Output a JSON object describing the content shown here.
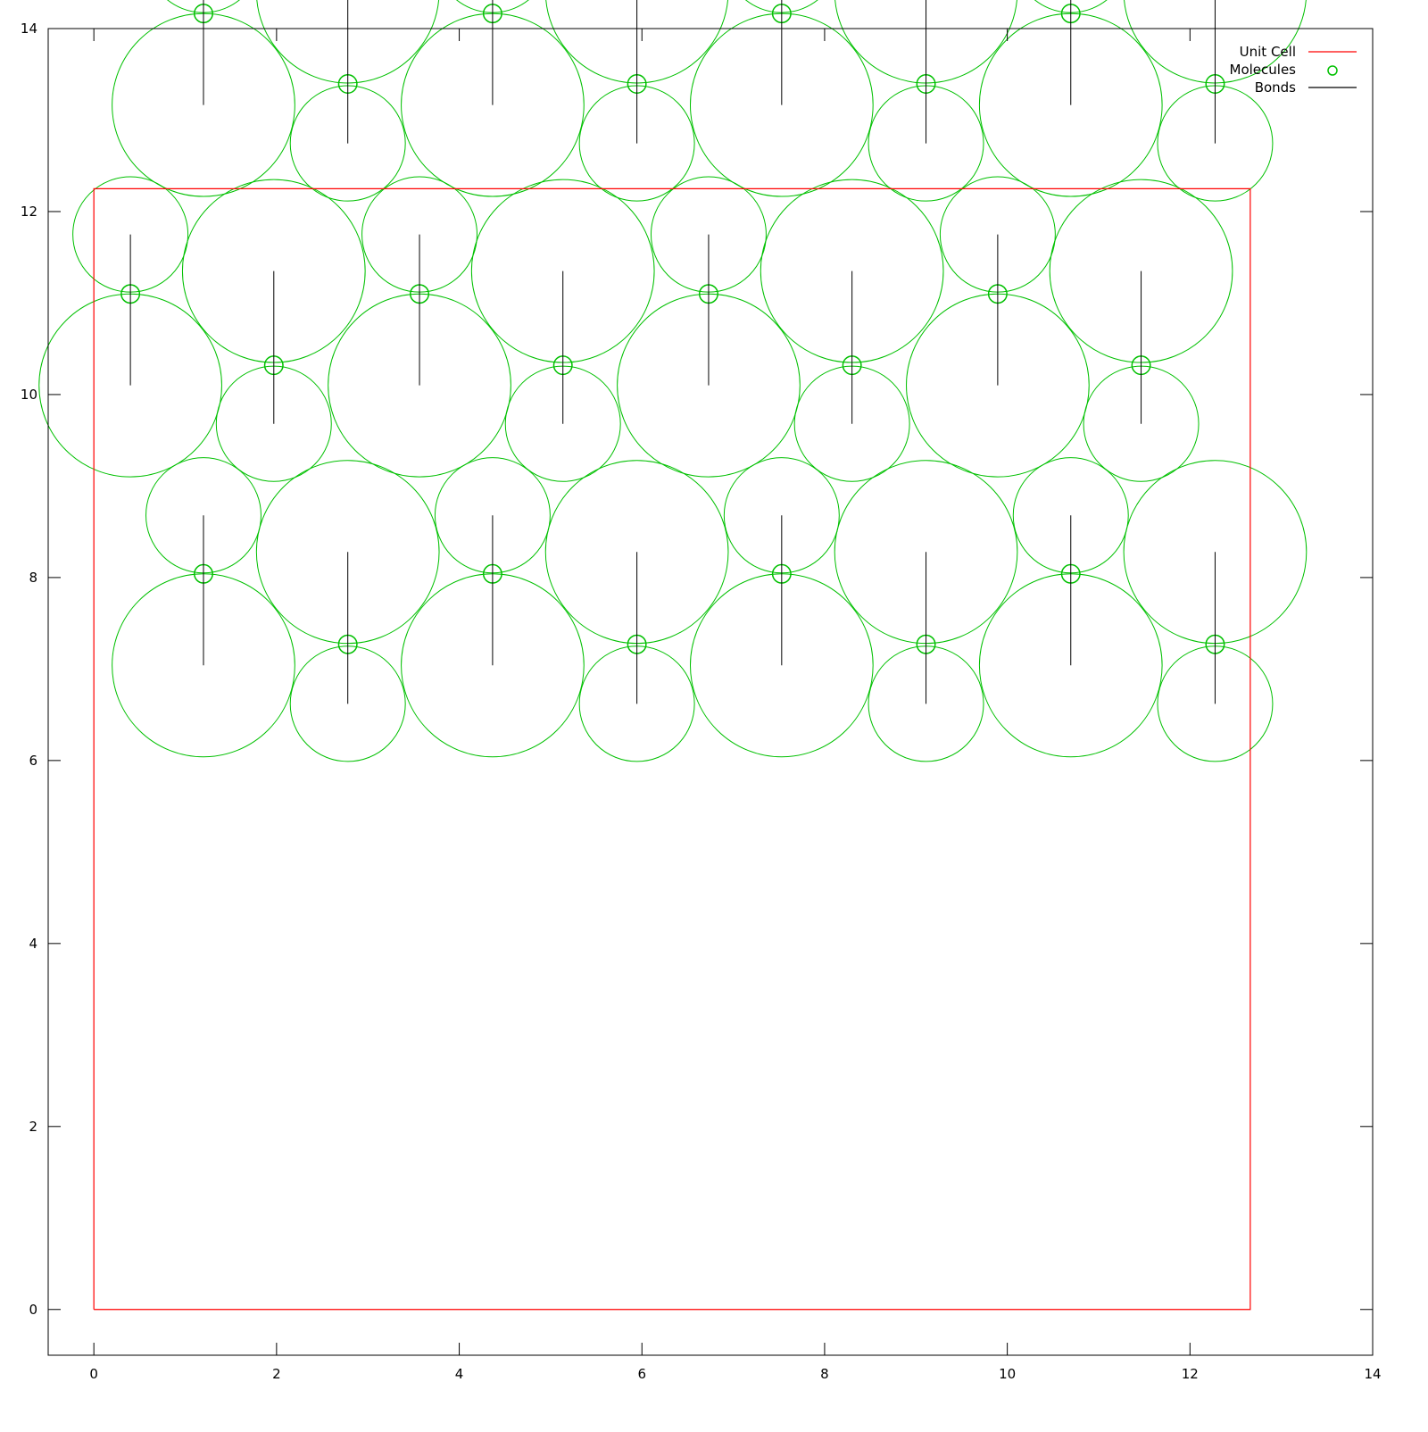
{
  "chart_data": {
    "type": "scatter",
    "title": "",
    "xlabel": "",
    "ylabel": "",
    "xlim": [
      -0.5,
      14
    ],
    "ylim": [
      -0.5,
      14
    ],
    "xticks": [
      "0",
      "2",
      "4",
      "6",
      "8",
      "10",
      "12",
      "14"
    ],
    "yticks": [
      "0",
      "2",
      "4",
      "6",
      "8",
      "10",
      "12",
      "14"
    ],
    "grid": false,
    "legend_position": "top-right",
    "colors": {
      "unit_cell": "#ff0000",
      "molecules": "#00c000",
      "bonds": "#000000",
      "frame": "#000000"
    },
    "series": [
      {
        "name": "Unit Cell",
        "style": "line",
        "points": [
          [
            0,
            0
          ],
          [
            12.66,
            0
          ],
          [
            12.66,
            12.25
          ],
          [
            0,
            12.25
          ],
          [
            0,
            0
          ]
        ]
      },
      {
        "name": "Molecules",
        "style": "circle",
        "marker_radius": 0.1,
        "lattice": {
          "a1": [
            3.165,
            0
          ],
          "a2": [
            0,
            6.125
          ],
          "copies_i": 4,
          "copies_j": 2,
          "basis": [
            {
              "center": [
                0.4,
                11.75
              ],
              "radius": 0.63
            },
            {
              "center": [
                0.4,
                10.1
              ],
              "radius": 1.0
            },
            {
              "center": [
                1.97,
                11.35
              ],
              "radius": 1.0
            },
            {
              "center": [
                1.97,
                9.68
              ],
              "radius": 0.63
            },
            {
              "center": [
                1.2,
                8.68
              ],
              "radius": 0.63
            },
            {
              "center": [
                1.2,
                7.04
              ],
              "radius": 1.0
            },
            {
              "center": [
                2.78,
                8.28
              ],
              "radius": 1.0
            },
            {
              "center": [
                2.78,
                6.62
              ],
              "radius": 0.63
            }
          ],
          "marker_points": [
            [
              0.4,
              11.1
            ],
            [
              1.97,
              10.32
            ],
            [
              1.2,
              8.04
            ],
            [
              2.78,
              7.27
            ]
          ]
        }
      },
      {
        "name": "Bonds",
        "style": "line",
        "lattice": {
          "a1": [
            3.165,
            0
          ],
          "a2": [
            0,
            6.125
          ],
          "copies_i": 4,
          "copies_j": 2,
          "segments": [
            [
              [
                0.4,
                10.1
              ],
              [
                0.4,
                11.75
              ]
            ],
            [
              [
                1.97,
                9.68
              ],
              [
                1.97,
                11.35
              ]
            ],
            [
              [
                1.2,
                7.04
              ],
              [
                1.2,
                8.68
              ]
            ],
            [
              [
                2.78,
                6.62
              ],
              [
                2.78,
                8.28
              ]
            ]
          ]
        }
      }
    ]
  }
}
